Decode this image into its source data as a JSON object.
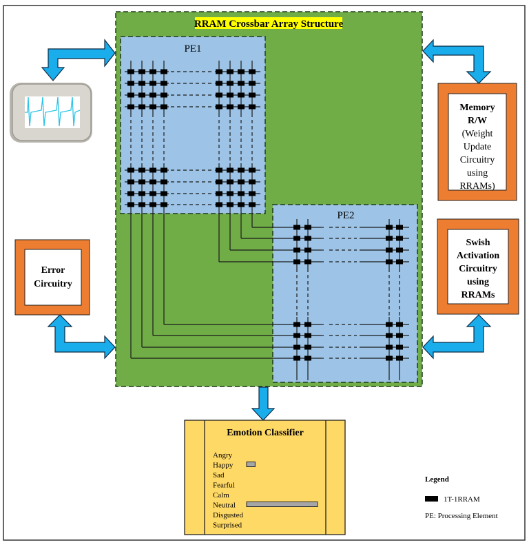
{
  "title": "RRAM Crossbar Array Structure",
  "colors": {
    "array_bg": "#70AD47",
    "pe_bg": "#9DC3E6",
    "title_highlight": "#FFFF00",
    "arrow": "#1AADEC",
    "circuit_frame": "#ED7D31",
    "classifier_bg": "#FFD966",
    "bar": "#A6A6A6",
    "cell": "#000000"
  },
  "pe1": {
    "label": "PE1"
  },
  "pe2": {
    "label": "PE2"
  },
  "blocks": {
    "memory": {
      "lines": [
        {
          "text": "Memory",
          "bold": true
        },
        {
          "text": "R/W",
          "bold": true
        },
        {
          "text": "(Weight",
          "bold": false
        },
        {
          "text": "Update",
          "bold": false
        },
        {
          "text": "Circuitry",
          "bold": false
        },
        {
          "text": "using",
          "bold": false
        },
        {
          "text": "RRAMs)",
          "bold": false
        }
      ]
    },
    "swish": {
      "lines": [
        {
          "text": "Swish",
          "bold": true
        },
        {
          "text": "Activation",
          "bold": true
        },
        {
          "text": "Circuitry",
          "bold": true
        },
        {
          "text": "using",
          "bold": true
        },
        {
          "text": "RRAMs",
          "bold": true
        }
      ]
    },
    "error": {
      "lines": [
        {
          "text": "Error",
          "bold": true
        },
        {
          "text": "Circuitry",
          "bold": true
        }
      ]
    }
  },
  "signal_monitor": {
    "icon": "oscilloscope-waveform-icon"
  },
  "classifier": {
    "title": "Emotion Classifier",
    "emotions": [
      {
        "label": "Angry",
        "score": 0
      },
      {
        "label": "Happy",
        "score": 0.12
      },
      {
        "label": "Sad",
        "score": 0
      },
      {
        "label": "Fearful",
        "score": 0
      },
      {
        "label": "Calm",
        "score": 0
      },
      {
        "label": "Neutral",
        "score": 1.0
      },
      {
        "label": "Disgusted",
        "score": 0
      },
      {
        "label": "Surprised",
        "score": 0
      }
    ]
  },
  "legend": {
    "title": "Legend",
    "items": [
      {
        "symbol": "black-cell",
        "label": "1T-1RRAM"
      }
    ],
    "note": "PE: Processing Element"
  }
}
